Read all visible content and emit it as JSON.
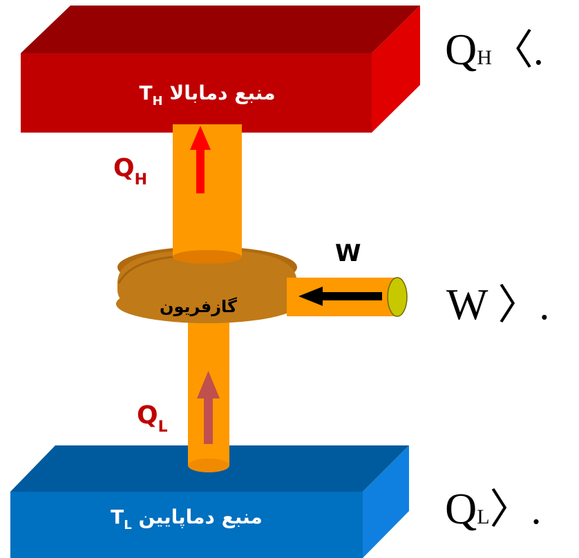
{
  "hot_reservoir": {
    "label": "منبع دمابالا",
    "temp_symbol": "T",
    "temp_sub": "H"
  },
  "cold_reservoir": {
    "label": "منبع دماپایین",
    "temp_symbol": "T",
    "temp_sub": "L"
  },
  "device": {
    "label": "گازفریون"
  },
  "heat_out": {
    "symbol": "Q",
    "sub": "H"
  },
  "heat_in": {
    "symbol": "Q",
    "sub": "L"
  },
  "work": {
    "symbol": "W"
  },
  "right_formulas": [
    {
      "symbol": "Q",
      "sub": "H",
      "tail": "〈."
    },
    {
      "symbol": "W",
      "sub": "",
      "tail": "〉."
    },
    {
      "symbol": "Q",
      "sub": "L",
      "tail": "〉."
    }
  ],
  "colors": {
    "hot_front": "#c00000",
    "hot_top": "#960000",
    "hot_side": "#e00000",
    "cold_front": "#0070c0",
    "cold_top": "#005a9e",
    "cold_side": "#1080e0",
    "pipe": "#ff9900",
    "pipe_shadow": "#e07b00",
    "device": "#c07a18",
    "device_top": "#b06a10",
    "arrow_hot": "#ff0000",
    "arrow_cold": "#c0504d",
    "label_dark_red": "#c00000",
    "work_cap": "#c8c800"
  }
}
